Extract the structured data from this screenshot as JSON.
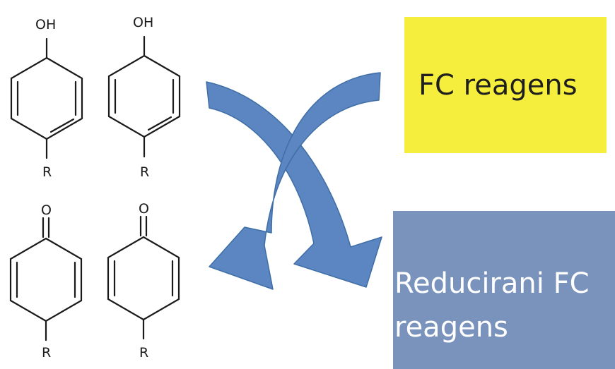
{
  "colors": {
    "bond": "#1a1a1a",
    "fc_box": "#f5ee3c",
    "reduced_box": "#7a93bd",
    "arrow": "#5b86c1",
    "arrow_edge": "#3f6ea6"
  },
  "molecules": {
    "phenol_left": {
      "top_label": "OH",
      "bottom_label": "R"
    },
    "phenol_right": {
      "top_label": "OH",
      "bottom_label": "R"
    },
    "quinone_left": {
      "top_label": "O",
      "bottom_label": "R"
    },
    "quinone_right": {
      "top_label": "O",
      "bottom_label": "R"
    }
  },
  "boxes": {
    "fc_reagent": {
      "text": "FC reagens"
    },
    "reduced_fc_reagent": {
      "line1": "Reducirani FC",
      "line2": "reagens"
    }
  },
  "arrows": [
    {
      "name": "arrow-to-reduced-fc",
      "icon": "curved-arrow"
    },
    {
      "name": "arrow-to-quinones",
      "icon": "curved-arrow"
    }
  ]
}
